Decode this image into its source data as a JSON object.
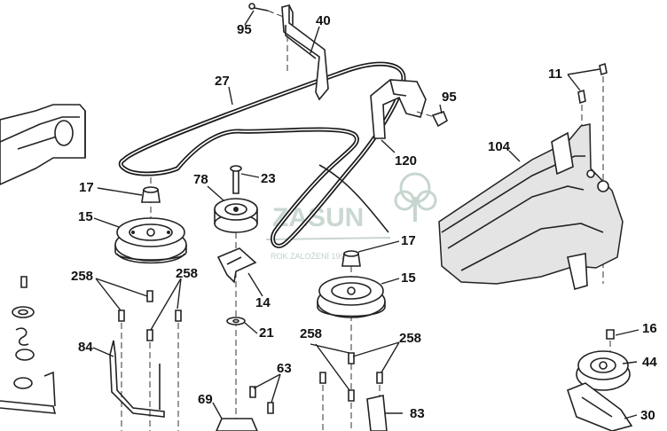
{
  "watermark": {
    "brand": "ZASUN",
    "tagline": "ROK ZALOŽENÍ 1991"
  },
  "callouts": [
    {
      "id": "c95a",
      "text": "95"
    },
    {
      "id": "c40",
      "text": "40"
    },
    {
      "id": "c27",
      "text": "27"
    },
    {
      "id": "c95b",
      "text": "95"
    },
    {
      "id": "c11",
      "text": "11"
    },
    {
      "id": "c120",
      "text": "120"
    },
    {
      "id": "c104",
      "text": "104"
    },
    {
      "id": "c17a",
      "text": "17"
    },
    {
      "id": "c78",
      "text": "78"
    },
    {
      "id": "c23",
      "text": "23"
    },
    {
      "id": "c15a",
      "text": "15"
    },
    {
      "id": "c17b",
      "text": "17"
    },
    {
      "id": "c258a",
      "text": "258"
    },
    {
      "id": "c258b",
      "text": "258"
    },
    {
      "id": "c14",
      "text": "14"
    },
    {
      "id": "c15b",
      "text": "15"
    },
    {
      "id": "c84",
      "text": "84"
    },
    {
      "id": "c21",
      "text": "21"
    },
    {
      "id": "c258c",
      "text": "258"
    },
    {
      "id": "c258d",
      "text": "258"
    },
    {
      "id": "c16",
      "text": "16"
    },
    {
      "id": "c63",
      "text": "63"
    },
    {
      "id": "c44",
      "text": "44"
    },
    {
      "id": "c69",
      "text": "69"
    },
    {
      "id": "c83",
      "text": "83"
    },
    {
      "id": "c30",
      "text": "30"
    }
  ]
}
